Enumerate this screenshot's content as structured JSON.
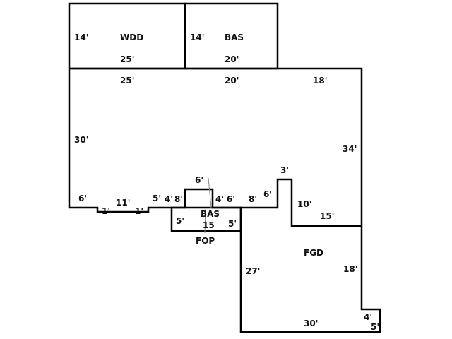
{
  "areas": {
    "wdd": {
      "name": "WDD",
      "side": "14'",
      "bottom": "25'"
    },
    "bas_upper": {
      "name": "BAS",
      "side": "14'",
      "bottom": "20'"
    },
    "bas_main": {
      "name": "BAS",
      "overlap": "15"
    },
    "fop": {
      "name": "FOP",
      "left": "5'",
      "right": "5'"
    },
    "fgd": {
      "name": "FGD",
      "left": "27'",
      "right": "18'",
      "bottom": "30'",
      "corner": "4'",
      "corner_overlap": "5'"
    }
  },
  "dimensions": {
    "top_left": "25'",
    "top_mid": "20'",
    "top_right": "18'",
    "left": "30'",
    "right": "34'",
    "d6a": "6'",
    "d1a": "1'",
    "d11": "11'",
    "d1b": "1'",
    "d5": "5'",
    "d4a": "4'",
    "d8a": "8'",
    "d6top": "6'",
    "d4b": "4'",
    "d6b": "6'",
    "d8b": "8'",
    "d6c": "6'",
    "d3": "3'",
    "d10": "10'",
    "d15": "15'"
  }
}
